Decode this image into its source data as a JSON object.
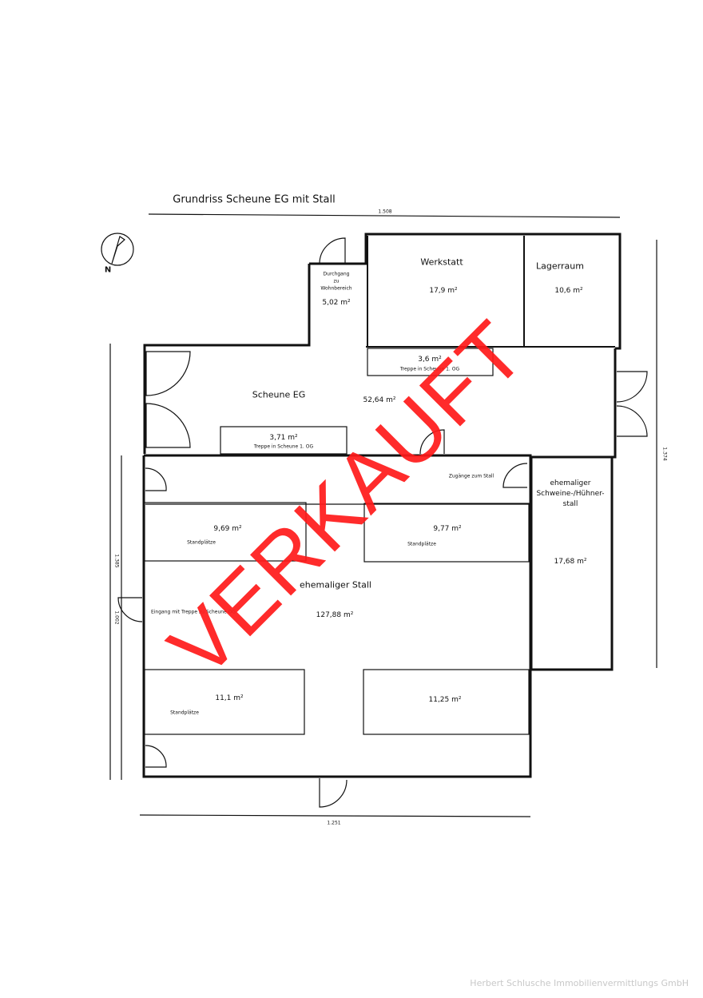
{
  "title": "Grundriss Scheune EG mit Stall",
  "compass": "N",
  "dimensions": {
    "top": "1.508",
    "right": "1.374",
    "left_outer": "1.385",
    "left_inner": "1.002",
    "bottom": "1.251"
  },
  "rooms": {
    "durchgang": {
      "name": "Durchgang",
      "name2": "zu",
      "name3": "Wohnbereich",
      "area": "5,02 m²"
    },
    "werkstatt": {
      "name": "Werkstatt",
      "area": "17,9 m²"
    },
    "lagerraum": {
      "name": "Lagerraum",
      "area": "10,6 m²"
    },
    "treppe_og": {
      "area": "3,6 m²",
      "label": "Treppe in Scheune 1. OG"
    },
    "scheune": {
      "name": "Scheune EG",
      "area": "52,64 m²"
    },
    "treppe2": {
      "area": "3,71 m²",
      "label": "Treppe in Scheune 1. OG"
    },
    "zugaenge": {
      "label": "Zugänge zum Stall"
    },
    "schweinestall": {
      "name1": "ehemaliger",
      "name2": "Schweine-/Hühner-",
      "name3": "stall",
      "area": "17,68 m²"
    },
    "stand1": {
      "area": "9,69 m²",
      "label": "Standplätze"
    },
    "stand2": {
      "area": "9,77 m²",
      "label": "Standplätze"
    },
    "stall": {
      "name": "ehemaliger Stall",
      "area": "127,88 m²"
    },
    "eingang": {
      "label": "Eingang mit Treppe zu Scheune OG"
    },
    "stand3": {
      "area": "11,1 m²",
      "label": "Standplätze"
    },
    "stand4": {
      "area": "11,25 m²"
    }
  },
  "stamp": "VERKAUFT",
  "footer": "Herbert Schlusche Immobilienvermittlungs GmbH",
  "colors": {
    "stamp": "#ff1a1a",
    "lines": "#111111"
  }
}
